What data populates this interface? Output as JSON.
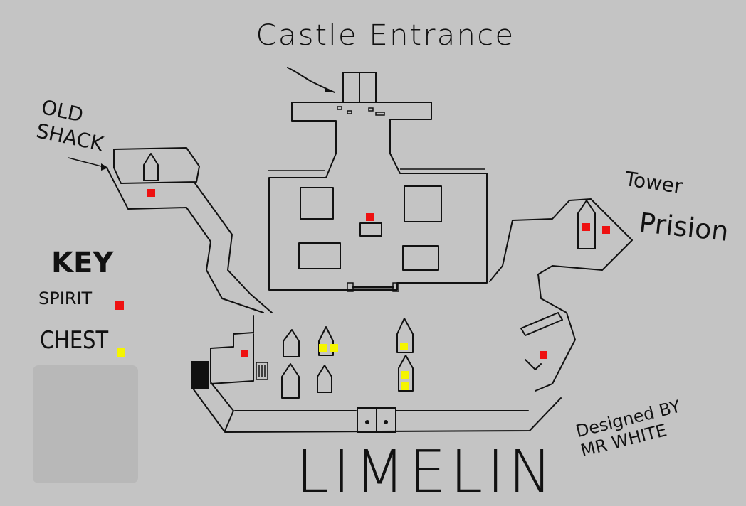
{
  "map": {
    "title": "LIMELIN",
    "credit": "Designed BY MR WHITE",
    "labels": {
      "castle_entrance": "Castle Entrance",
      "old_shack": "OLD SHACK",
      "tower": "Tower",
      "prison": "Prision"
    },
    "legend": {
      "heading": "KEY",
      "items": [
        {
          "label": "SPIRIT",
          "color": "#ee1111"
        },
        {
          "label": "CHEST",
          "color": "#f5f500"
        }
      ]
    },
    "colors": {
      "background": "#c4c4c4",
      "ink": "#111111",
      "spirit": "#ee1111",
      "chest": "#f5f500"
    }
  }
}
